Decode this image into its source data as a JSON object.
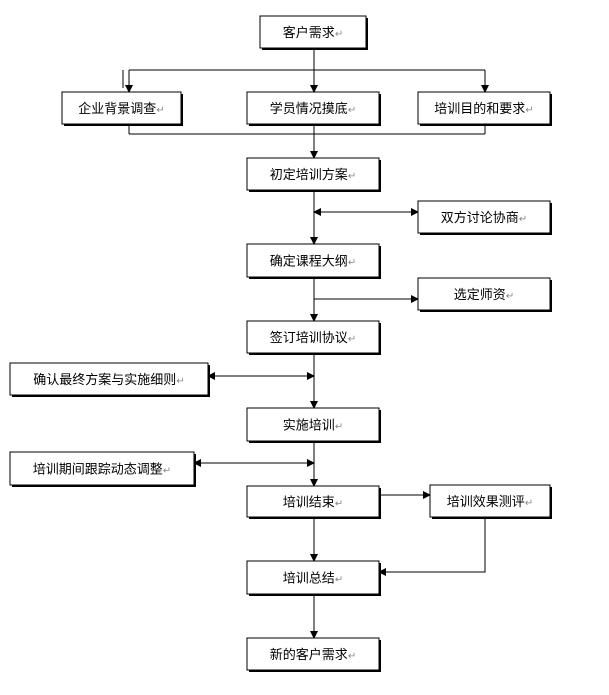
{
  "nodes": {
    "customer_demand": "客户需求",
    "company_background": "企业背景调查",
    "trainee_survey": "学员情况摸底",
    "training_goals": "培训目的和要求",
    "initial_plan": "初定培训方案",
    "discussion": "双方讨论协商",
    "course_outline": "确定课程大纲",
    "select_teacher": "选定师资",
    "sign_agreement": "签订培训协议",
    "confirm_plan": "确认最终方案与实施细则",
    "implement": "实施培训",
    "track_adjust": "培训期间跟踪动态调整",
    "training_end": "培训结束",
    "evaluation": "培训效果测评",
    "summary": "培训总结",
    "new_demand": "新的客户需求"
  },
  "paragraph_mark": "↵",
  "colors": {
    "stroke": "#000000",
    "box_fill": "#ffffff",
    "text": "#000000"
  }
}
